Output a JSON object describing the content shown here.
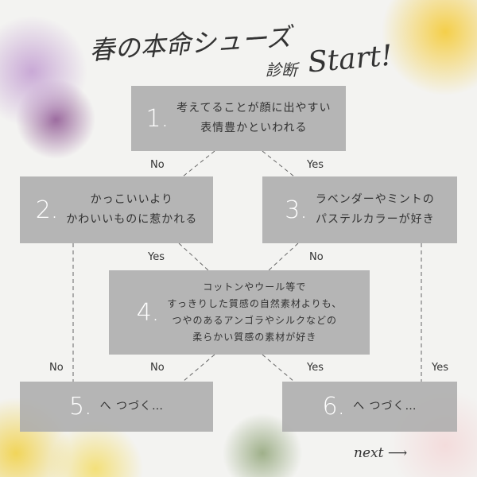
{
  "title": {
    "main": "春の本命シューズ",
    "sub": "診断",
    "start": "Start!"
  },
  "boxes": [
    {
      "num": "1.",
      "lines": [
        "考えてることが顔に出やすい",
        "表情豊かといわれる"
      ]
    },
    {
      "num": "2.",
      "lines": [
        "かっこいいより",
        "かわいいものに惹かれる"
      ]
    },
    {
      "num": "3.",
      "lines": [
        "ラベンダーやミントの",
        "パステルカラーが好き"
      ]
    },
    {
      "num": "4.",
      "lines": [
        "コットンやウール等で",
        "すっきりした質感の自然素材よりも、",
        "つやのあるアンゴラやシルクなどの",
        "柔らかい質感の素材が好き"
      ]
    },
    {
      "num": "5.",
      "lines": [
        "へ つづく…"
      ]
    },
    {
      "num": "6.",
      "lines": [
        "へ つづく…"
      ]
    }
  ],
  "labels": {
    "no1": "No",
    "yes1": "Yes",
    "yes2": "Yes",
    "no2": "No",
    "no3": "No",
    "no4": "No",
    "yes3": "Yes",
    "yes4": "Yes"
  },
  "next": "next ⟶"
}
